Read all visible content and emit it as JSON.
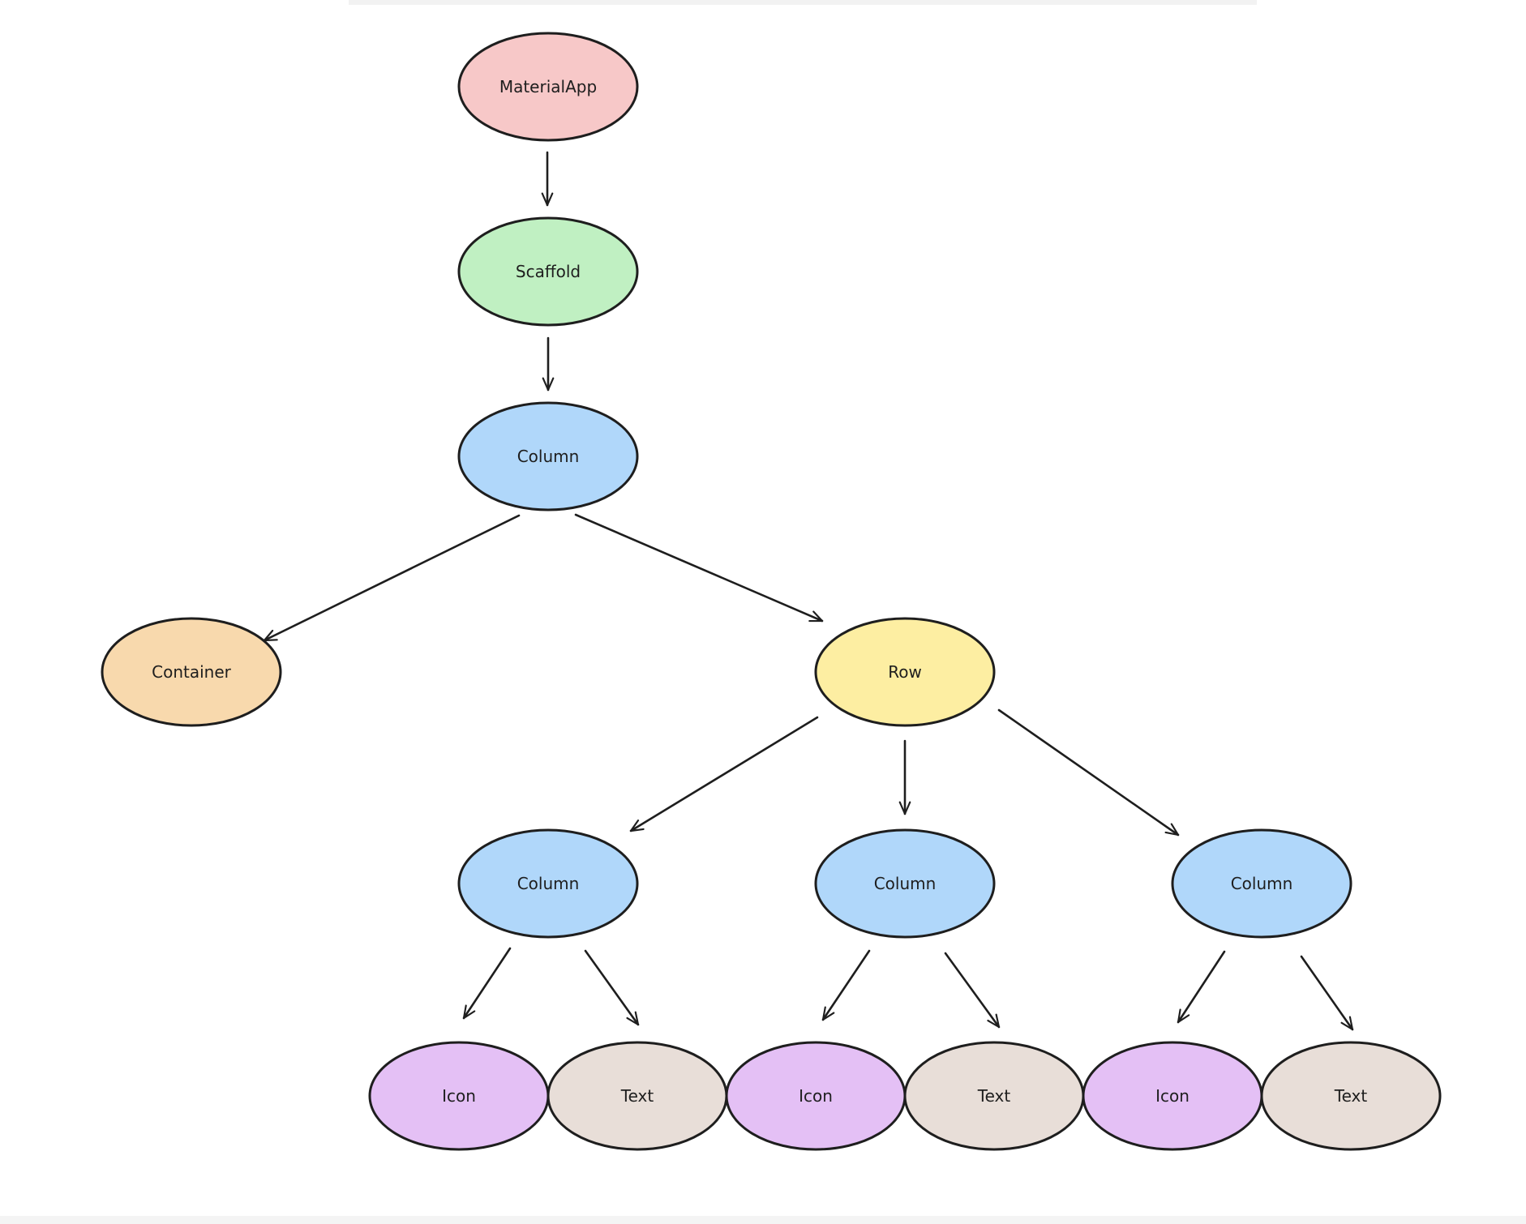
{
  "diagram": {
    "nodes": [
      {
        "id": "material-app",
        "label": "MaterialApp",
        "color": "#f7c8c8"
      },
      {
        "id": "scaffold",
        "label": "Scaffold",
        "color": "#c0f0c2"
      },
      {
        "id": "column-root",
        "label": "Column",
        "color": "#b0d7fa"
      },
      {
        "id": "container",
        "label": "Container",
        "color": "#f8d9ad"
      },
      {
        "id": "row",
        "label": "Row",
        "color": "#fdeea2"
      },
      {
        "id": "column-1",
        "label": "Column",
        "color": "#b0d7fa"
      },
      {
        "id": "column-2",
        "label": "Column",
        "color": "#b0d7fa"
      },
      {
        "id": "column-3",
        "label": "Column",
        "color": "#b0d7fa"
      },
      {
        "id": "icon-1",
        "label": "Icon",
        "color": "#e4c0f5"
      },
      {
        "id": "text-1",
        "label": "Text",
        "color": "#e8ded8"
      },
      {
        "id": "icon-2",
        "label": "Icon",
        "color": "#e4c0f5"
      },
      {
        "id": "text-2",
        "label": "Text",
        "color": "#e8ded8"
      },
      {
        "id": "icon-3",
        "label": "Icon",
        "color": "#e4c0f5"
      },
      {
        "id": "text-3",
        "label": "Text",
        "color": "#e8ded8"
      }
    ],
    "edges": [
      {
        "from": "material-app",
        "to": "scaffold"
      },
      {
        "from": "scaffold",
        "to": "column-root"
      },
      {
        "from": "column-root",
        "to": "container"
      },
      {
        "from": "column-root",
        "to": "row"
      },
      {
        "from": "row",
        "to": "column-1"
      },
      {
        "from": "row",
        "to": "column-2"
      },
      {
        "from": "row",
        "to": "column-3"
      },
      {
        "from": "column-1",
        "to": "icon-1"
      },
      {
        "from": "column-1",
        "to": "text-1"
      },
      {
        "from": "column-2",
        "to": "icon-2"
      },
      {
        "from": "column-2",
        "to": "text-2"
      },
      {
        "from": "column-3",
        "to": "icon-3"
      },
      {
        "from": "column-3",
        "to": "text-3"
      }
    ]
  }
}
